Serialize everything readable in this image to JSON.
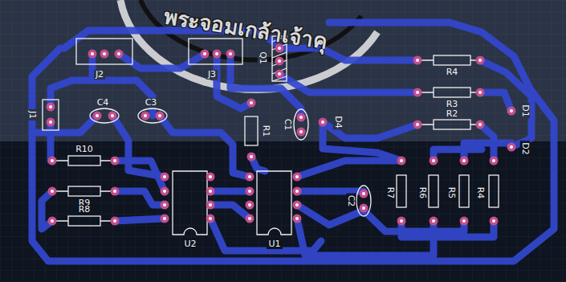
{
  "diagram": {
    "labels": [
      "พระจอมเกล้าเจ้าคุ",
      "J2",
      "J3",
      "Q1",
      "J1",
      "C4",
      "C3",
      "R1",
      "C1",
      "D4",
      "R4",
      "R3",
      "R2",
      "D1",
      "D2",
      "R10",
      "R9",
      "R8",
      "U2",
      "U1",
      "C2",
      "R7",
      "R6",
      "R5",
      "R4"
    ]
  }
}
